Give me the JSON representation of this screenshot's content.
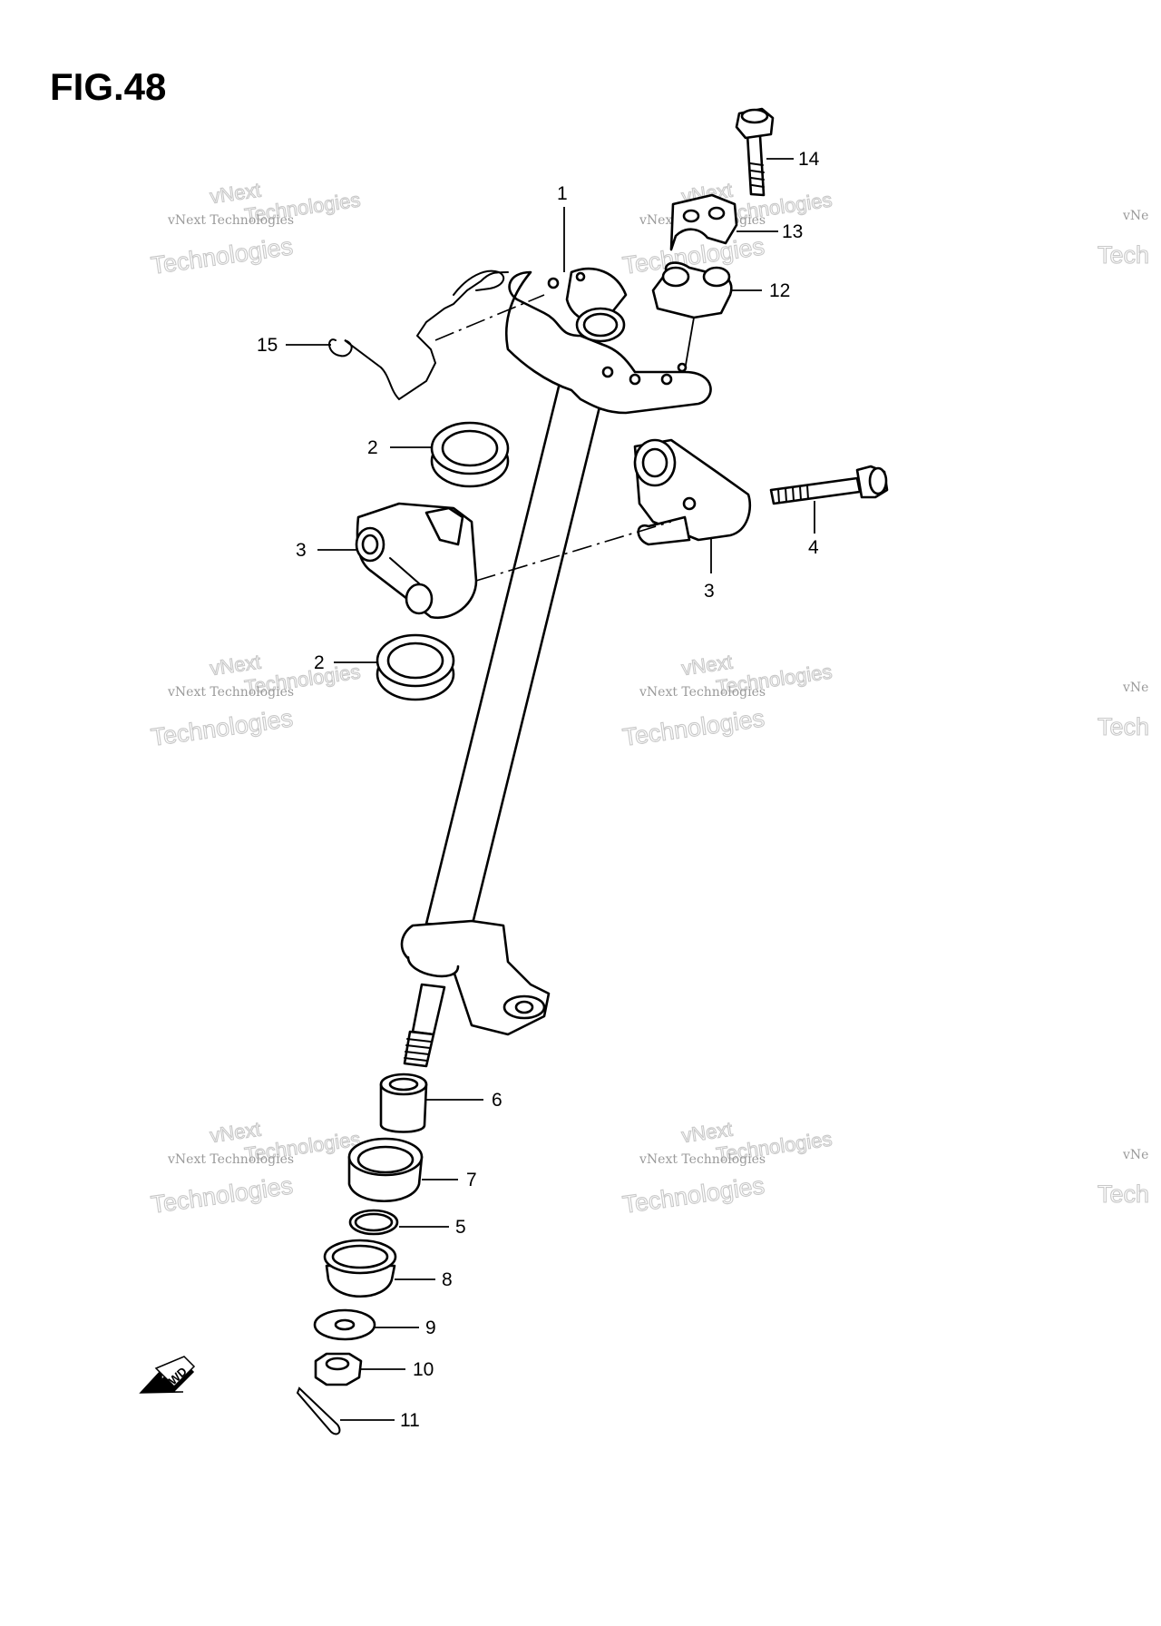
{
  "figure": {
    "title": "FIG.48"
  },
  "callouts": [
    {
      "id": "c1",
      "label": "1"
    },
    {
      "id": "c2a",
      "label": "2"
    },
    {
      "id": "c2b",
      "label": "2"
    },
    {
      "id": "c3a",
      "label": "3"
    },
    {
      "id": "c3b",
      "label": "3"
    },
    {
      "id": "c4",
      "label": "4"
    },
    {
      "id": "c5",
      "label": "5"
    },
    {
      "id": "c6",
      "label": "6"
    },
    {
      "id": "c7",
      "label": "7"
    },
    {
      "id": "c8",
      "label": "8"
    },
    {
      "id": "c9",
      "label": "9"
    },
    {
      "id": "c10",
      "label": "10"
    },
    {
      "id": "c11",
      "label": "11"
    },
    {
      "id": "c12",
      "label": "12"
    },
    {
      "id": "c13",
      "label": "13"
    },
    {
      "id": "c14",
      "label": "14"
    },
    {
      "id": "c15",
      "label": "15"
    }
  ],
  "watermark": {
    "line_small": "vNext Technologies",
    "line_arc": "vNext",
    "line_big": "Technologies",
    "line_big_alt": "Technologies"
  },
  "direction_marker": {
    "text": "FWD",
    "icon": "fwd-arrow-icon"
  }
}
